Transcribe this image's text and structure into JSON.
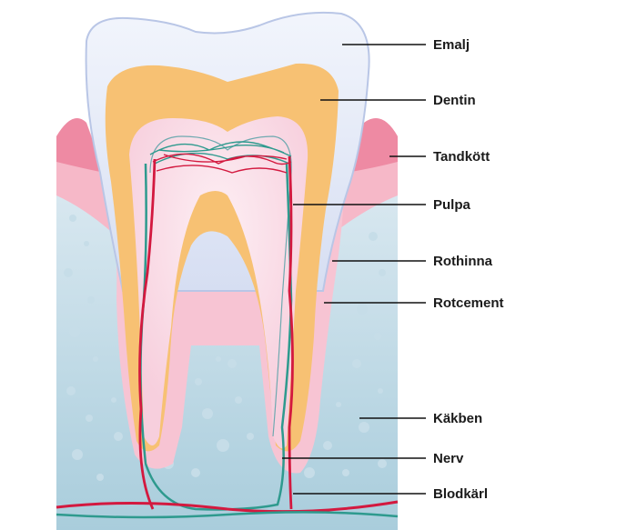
{
  "labels": [
    {
      "id": "emalj",
      "text": "Emalj"
    },
    {
      "id": "dentin",
      "text": "Dentin"
    },
    {
      "id": "tandkott",
      "text": "Tandkött"
    },
    {
      "id": "pulpa",
      "text": "Pulpa"
    },
    {
      "id": "rothinna",
      "text": "Rothinna"
    },
    {
      "id": "rotcement",
      "text": "Rotcement"
    },
    {
      "id": "kakben",
      "text": "Käkben"
    },
    {
      "id": "nerv",
      "text": "Nerv"
    },
    {
      "id": "blodkarl",
      "text": "Blodkärl"
    }
  ],
  "colors": {
    "enamel": "#dfe6f6",
    "enamel_edge": "#b9c6e6",
    "dentin": "#f7c173",
    "pulp": "#fbe0ea",
    "gum": "#ee8aa3",
    "gum_light": "#f6b8c8",
    "bone": "#b9d6e2",
    "bone_dark": "#9fc3d3",
    "nerve": "#2e9a8e",
    "blood": "#d3193f",
    "leader": "#111111"
  }
}
